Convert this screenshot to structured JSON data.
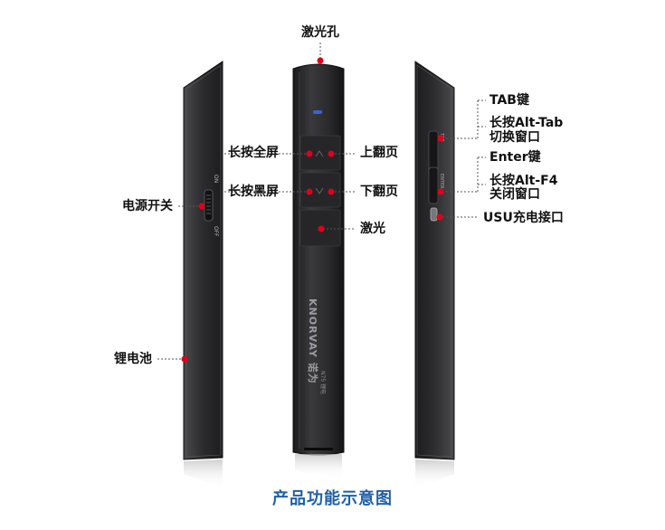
{
  "labels": {
    "laser_hole": "激光孔",
    "long_press_fullscreen": "长按全屏",
    "long_press_black_screen": "长按黑屏",
    "power_switch": "电源开关",
    "lithium_battery": "锂电池",
    "page_up": "上翻页",
    "page_down": "下翻页",
    "laser": "激光",
    "tab_key": "TAB键",
    "alt_tab_line1": "长按Alt-Tab",
    "alt_tab_line2": "切换窗口",
    "enter_key": "Enter键",
    "alt_f4_line1": "长按Alt-F4",
    "alt_f4_line2": "关闭窗口",
    "usb_port": "USU充电接口"
  },
  "device_text": {
    "brand": "KNORVAY 诺为",
    "model": "N75 锂电",
    "switch_on": "ON",
    "switch_off": "OFF",
    "tab_print": "TAB",
    "enter_print": "ENTER"
  },
  "caption": "产品功能示意图",
  "colors": {
    "dot": "#e0001b",
    "caption": "#1f5fa8",
    "body": "#2a2a2c"
  }
}
